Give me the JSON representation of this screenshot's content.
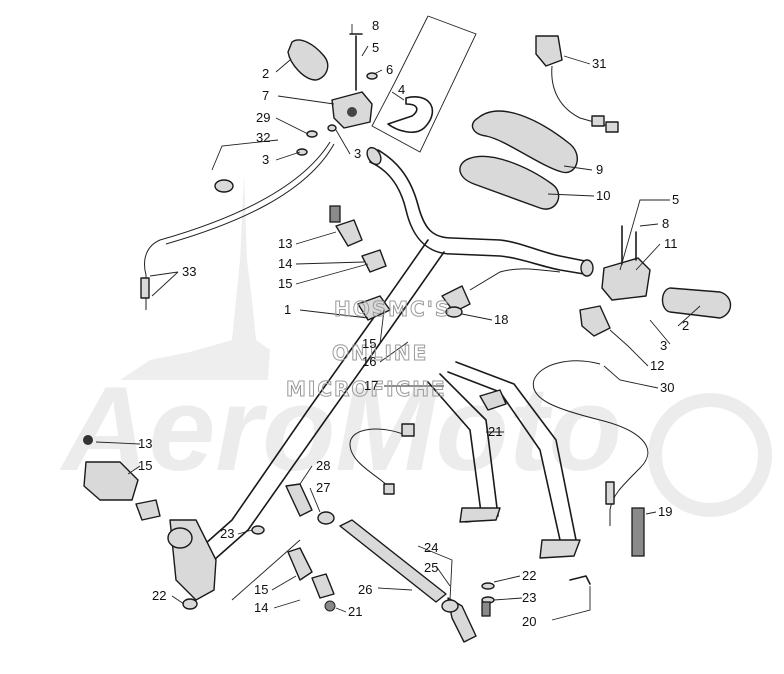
{
  "watermark": {
    "logo_text": "AeroMoto",
    "lines": [
      "HOSMC'S",
      "ONLINE",
      "MICROFICHE"
    ]
  },
  "callouts": [
    {
      "id": "c8a",
      "label": "8"
    },
    {
      "id": "c5a",
      "label": "5"
    },
    {
      "id": "c6",
      "label": "6"
    },
    {
      "id": "c2a",
      "label": "2"
    },
    {
      "id": "c4",
      "label": "4"
    },
    {
      "id": "c7",
      "label": "7"
    },
    {
      "id": "c29",
      "label": "29"
    },
    {
      "id": "c32",
      "label": "32"
    },
    {
      "id": "c3a",
      "label": "3"
    },
    {
      "id": "c3b",
      "label": "3"
    },
    {
      "id": "c31",
      "label": "31"
    },
    {
      "id": "c9",
      "label": "9"
    },
    {
      "id": "c10",
      "label": "10"
    },
    {
      "id": "c5b",
      "label": "5"
    },
    {
      "id": "c8b",
      "label": "8"
    },
    {
      "id": "c11",
      "label": "11"
    },
    {
      "id": "c13a",
      "label": "13"
    },
    {
      "id": "c14a",
      "label": "14"
    },
    {
      "id": "c15a",
      "label": "15"
    },
    {
      "id": "c33",
      "label": "33"
    },
    {
      "id": "c1",
      "label": "1"
    },
    {
      "id": "c18",
      "label": "18"
    },
    {
      "id": "c15b",
      "label": "15"
    },
    {
      "id": "c16",
      "label": "16"
    },
    {
      "id": "c17",
      "label": "17"
    },
    {
      "id": "c2b",
      "label": "2"
    },
    {
      "id": "c3c",
      "label": "3"
    },
    {
      "id": "c12",
      "label": "12"
    },
    {
      "id": "c30",
      "label": "30"
    },
    {
      "id": "c13b",
      "label": "13"
    },
    {
      "id": "c15c",
      "label": "15"
    },
    {
      "id": "c21a",
      "label": "21"
    },
    {
      "id": "c28",
      "label": "28"
    },
    {
      "id": "c27",
      "label": "27"
    },
    {
      "id": "c23a",
      "label": "23"
    },
    {
      "id": "c19",
      "label": "19"
    },
    {
      "id": "c24",
      "label": "24"
    },
    {
      "id": "c25",
      "label": "25"
    },
    {
      "id": "c22a",
      "label": "22"
    },
    {
      "id": "c23b",
      "label": "23"
    },
    {
      "id": "c26",
      "label": "26"
    },
    {
      "id": "c15d",
      "label": "15"
    },
    {
      "id": "c14b",
      "label": "14"
    },
    {
      "id": "c21b",
      "label": "21"
    },
    {
      "id": "c22b",
      "label": "22"
    },
    {
      "id": "c20",
      "label": "20"
    }
  ]
}
